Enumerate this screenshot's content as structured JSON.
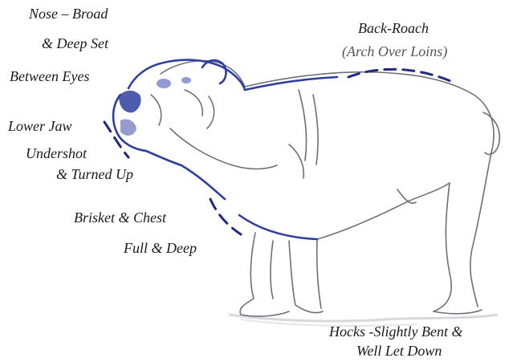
{
  "labels": {
    "nose_line1": "Nose – Broad",
    "nose_line2": "& Deep Set",
    "nose_line3": "Between Eyes",
    "jaw_line1": "Lower Jaw",
    "jaw_line2": "Undershot",
    "jaw_line3": "& Turned Up",
    "brisket_line1": "Brisket & Chest",
    "brisket_line2": "Full & Deep",
    "back_line1": "Back-Roach",
    "back_line2": "(Arch Over Loins)",
    "hocks_line1": "Hocks -Slightly Bent &",
    "hocks_line2": "Well Let Down"
  },
  "colors": {
    "outline_blue": "#2f3fa0",
    "sketch_gray": "#6f6f78",
    "text": "#1a1a1a"
  },
  "illustration": "bulldog-side-profile"
}
